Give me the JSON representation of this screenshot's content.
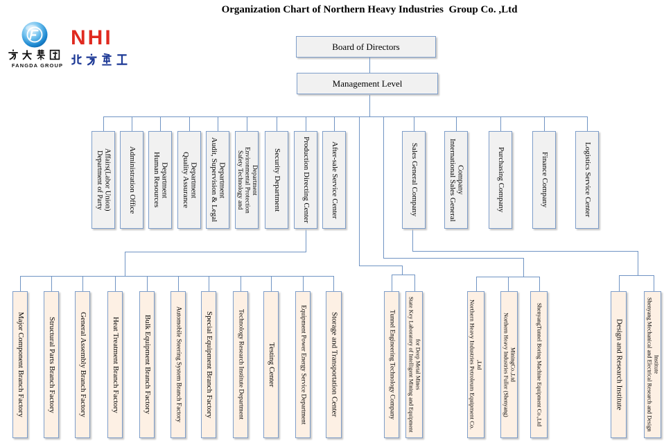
{
  "title": "Organization Chart of Northern Heavy Industries  Group Co. ,Ltd",
  "logos": {
    "fangda": {
      "chinese": "方大集团",
      "english": "FANGDA GROUP"
    },
    "nhi": {
      "abbr": "NHI",
      "chinese": "北方重工"
    }
  },
  "nodes": {
    "board": "Board of Directors",
    "management": "Management Level"
  },
  "departments": [
    "Department of Party Affairs(Labor Union)",
    "Administration Office",
    "Human Resources Department",
    "Quality Assurance Department",
    "Audit, Supervision & Legal Department",
    "Safety Technology and Environmental Protection Department",
    "Security Department",
    "Production Directing Center",
    "After-sale Service Center",
    "Sales General Company",
    "International Sales General Company",
    "Purchasing Company",
    "Finance Company",
    "Logistics Service Center"
  ],
  "subsidiaries": {
    "production_group": [
      "Major Component Branch Factory",
      "Structural Parts Branch Factory",
      "General Assembly Branch Factory",
      "Heat Treatment Branch Factory",
      "Bulk Equipment Branch Factory",
      "Automobile Steering System Branch Factory",
      "Special Equipment Branch Factory",
      "Technology Research Institute Department",
      "Testing Center",
      "Equipment Power Energy Service Department",
      "Storage and Transportation Center"
    ],
    "center_group": [
      "Tunnel Engineering Technology Company",
      "State Key Laboratory of Intelligent Mining and Equipment for Deep Metal Mines"
    ],
    "northern_group": [
      "Northern Heavy Industries Petroleum Equipment Co. ,Ltd",
      "Northern Heavy Industries Fuller (Shenyang) MiningCo.,Ltd",
      "ShenyangTunnel Boring Machine Equipment Co.,Ltd"
    ],
    "design_group": [
      "Design and Research Institute",
      "Shenyang Mechanical and Electrical Research and Design Institute"
    ]
  },
  "colors": {
    "line": "#6f93c3",
    "box_border": "#7d9dc9",
    "department_fill": "#f1f1f1",
    "subsidiary_fill": "#fdf0e4",
    "nhi_red": "#e02a20",
    "nhi_blue": "#1e3a96"
  }
}
